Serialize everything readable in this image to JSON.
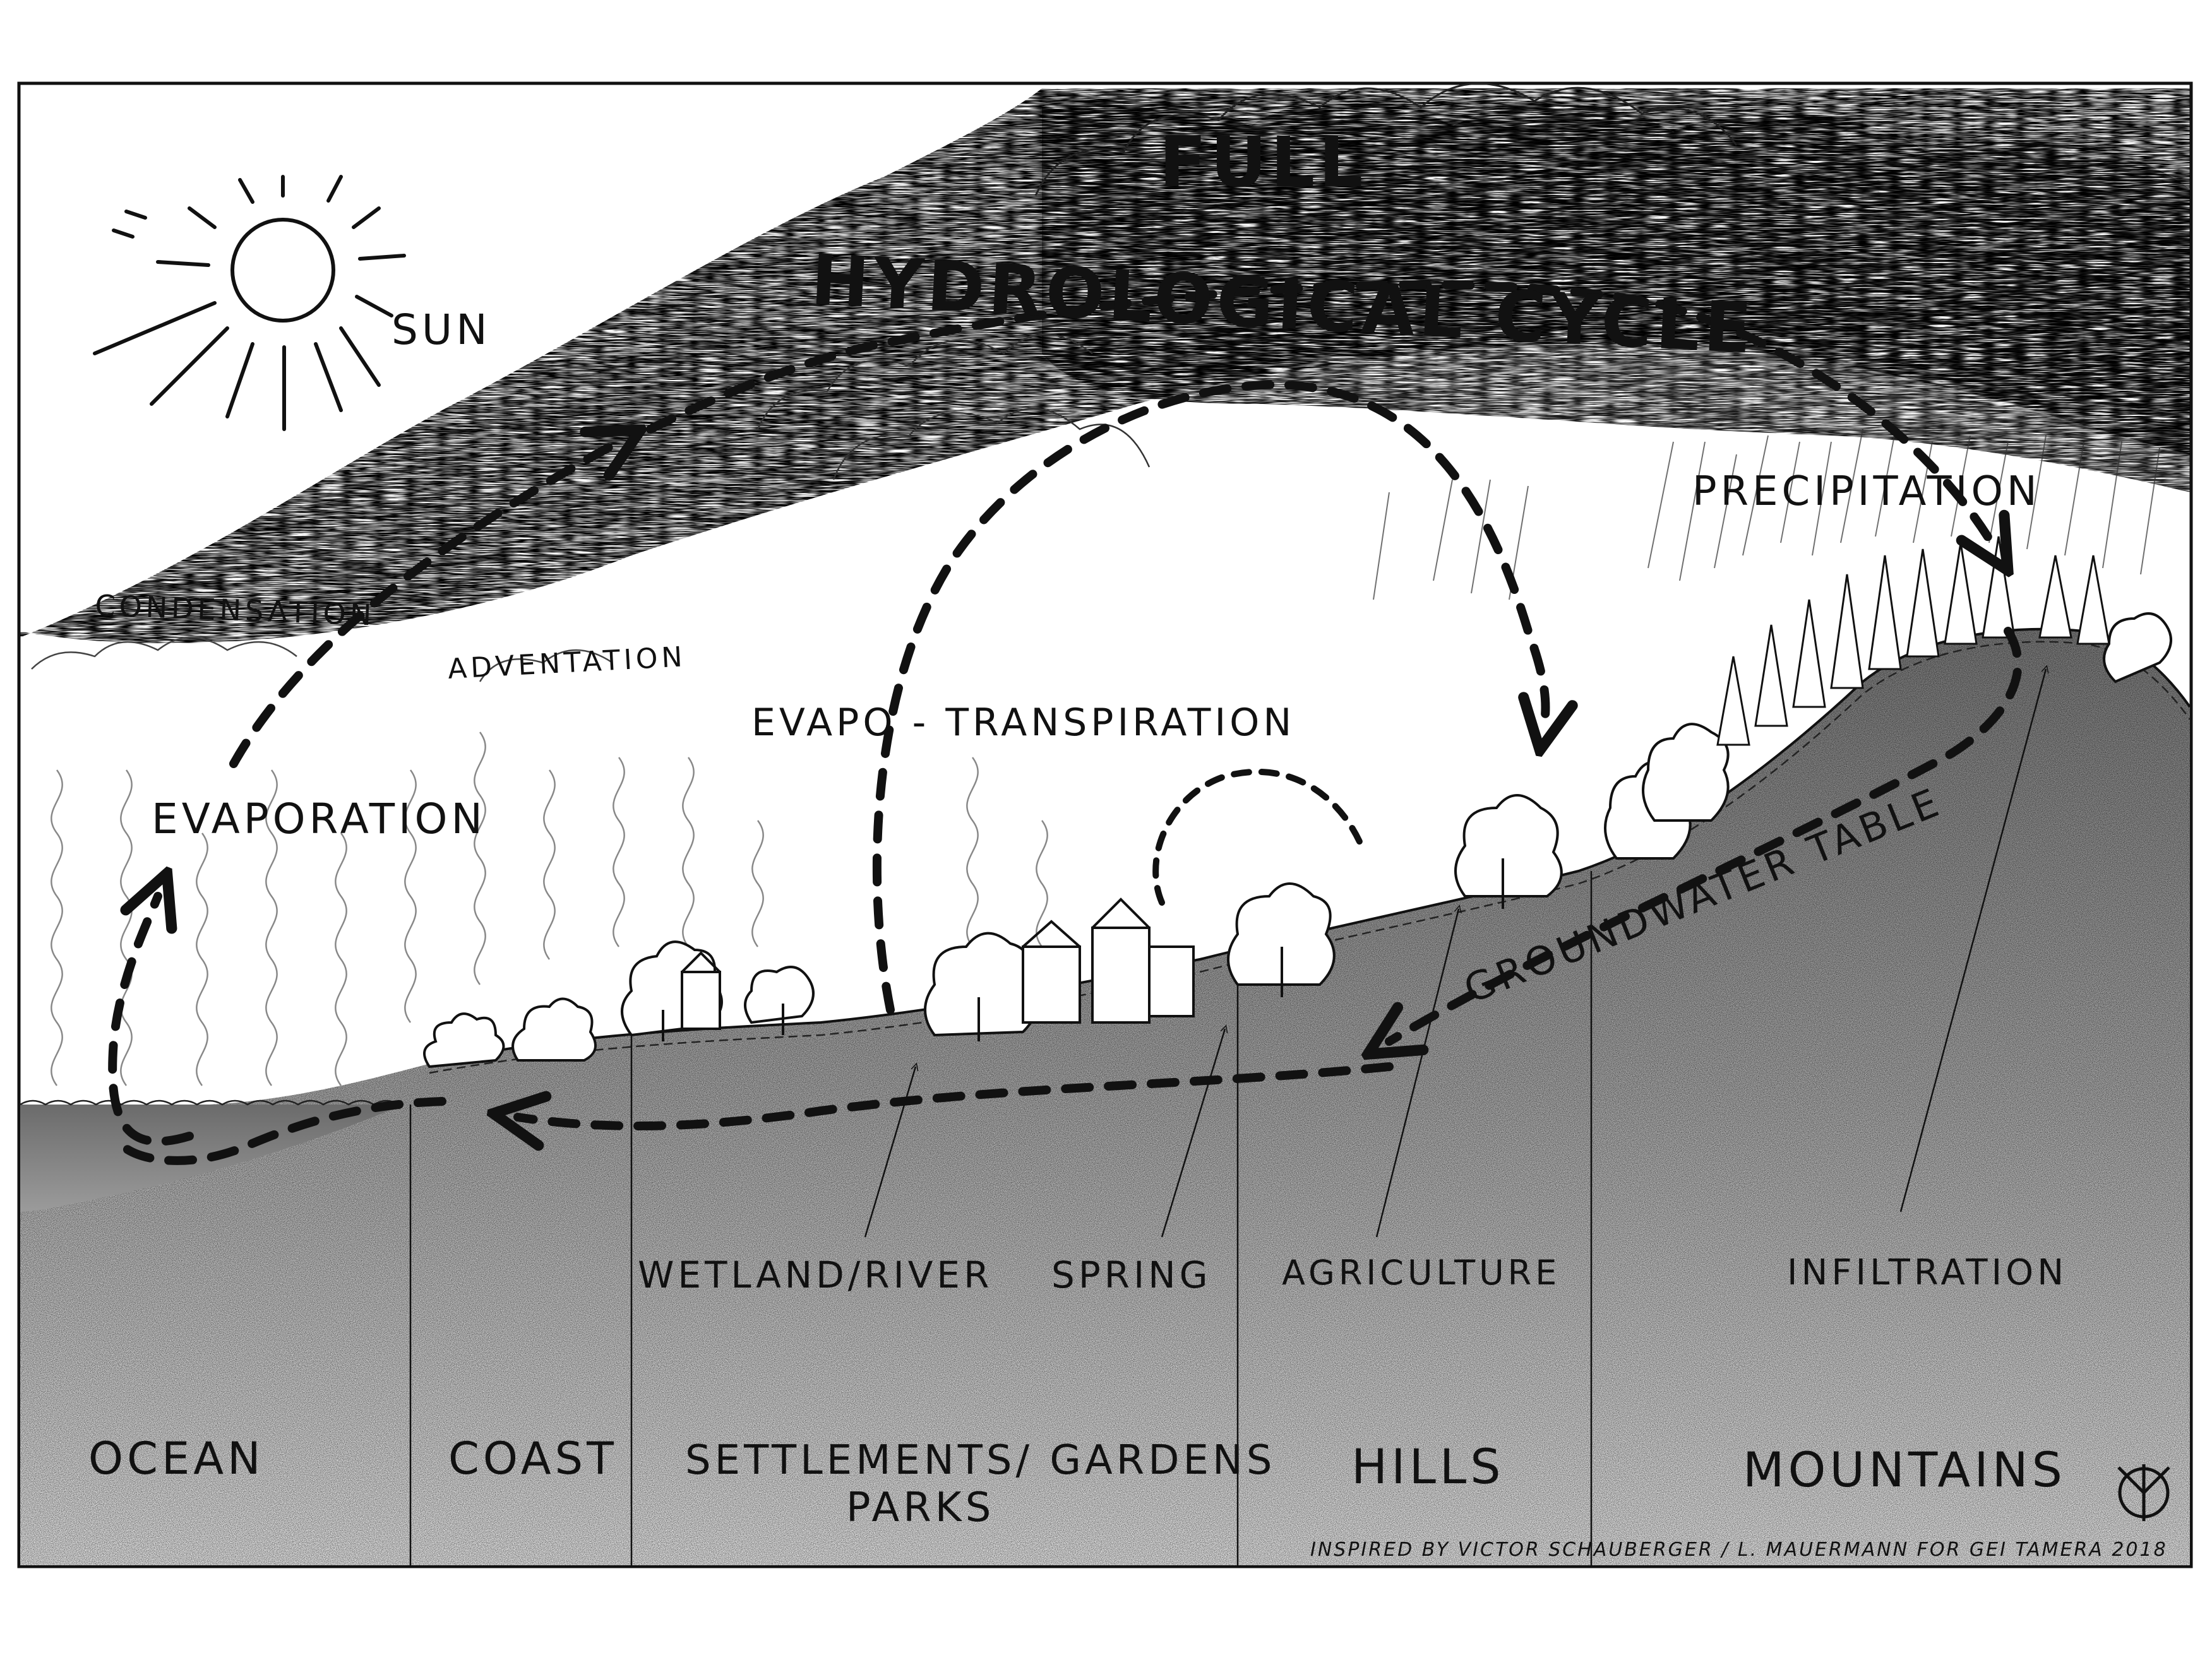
{
  "title": {
    "line1": "FULL",
    "line2": "HYDROLOGICAL CYCLE"
  },
  "sun_label": "SUN",
  "process_labels": {
    "condensation": "CONDENSATION",
    "advection": "ADVENTATION",
    "evaporation": "EVAPORATION",
    "evapotranspiration": "EVAPO - TRANSPIRATION",
    "precipitation": "PRECIPITATION",
    "groundwater": "GROUNDWATER TABLE"
  },
  "feature_labels": {
    "wetland": "WETLAND/RIVER",
    "spring": "SPRING",
    "agriculture": "AGRICULTURE",
    "infiltration": "INFILTRATION"
  },
  "zones": {
    "ocean": "OCEAN",
    "coast": "COAST",
    "settlements_1": "SETTLEMENTS/ GARDENS",
    "settlements_2": "PARKS",
    "hills": "HILLS",
    "mountains": "MOUNTAINS"
  },
  "credit": "INSPIRED BY VICTOR SCHAUBERGER / L. MAUERMANN FOR GEI TAMERA 2018",
  "colors": {
    "ink": "#111111",
    "paper": "#ffffff",
    "water": "#8a8a8a",
    "cloud": "#c8c8c8",
    "soil": "#bdbdbd"
  }
}
